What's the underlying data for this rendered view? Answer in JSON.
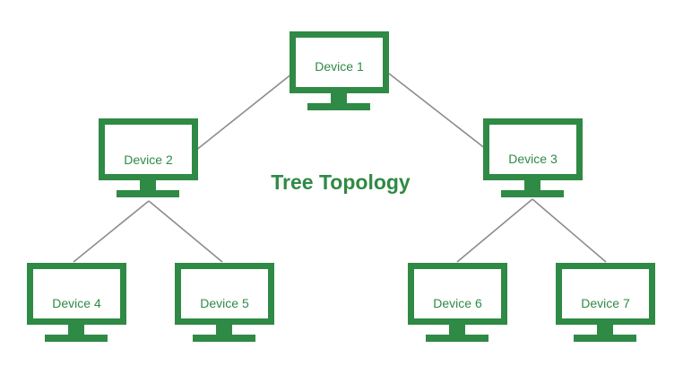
{
  "title": "Tree Topology",
  "colors": {
    "device_green": "#2f8a45",
    "connector_gray": "#8c8c8c",
    "background": "#ffffff"
  },
  "devices": [
    {
      "id": "device-1",
      "label": "Device 1",
      "icon": "monitor-icon"
    },
    {
      "id": "device-2",
      "label": "Device 2",
      "icon": "monitor-icon"
    },
    {
      "id": "device-3",
      "label": "Device 3",
      "icon": "monitor-icon"
    },
    {
      "id": "device-4",
      "label": "Device 4",
      "icon": "monitor-icon"
    },
    {
      "id": "device-5",
      "label": "Device 5",
      "icon": "monitor-icon"
    },
    {
      "id": "device-6",
      "label": "Device 6",
      "icon": "monitor-icon"
    },
    {
      "id": "device-7",
      "label": "Device 7",
      "icon": "monitor-icon"
    }
  ],
  "connections": [
    {
      "from": "Device 1",
      "to": "Device 2"
    },
    {
      "from": "Device 1",
      "to": "Device 3"
    },
    {
      "from": "Device 2",
      "to": "Device 4"
    },
    {
      "from": "Device 2",
      "to": "Device 5"
    },
    {
      "from": "Device 3",
      "to": "Device 6"
    },
    {
      "from": "Device 3",
      "to": "Device 7"
    }
  ]
}
